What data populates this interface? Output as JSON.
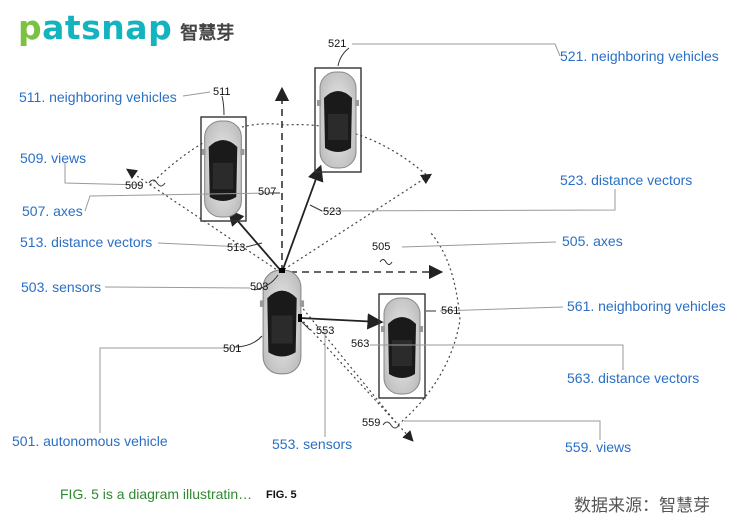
{
  "logo": {
    "word": "patsnap",
    "cn": "智慧芽"
  },
  "labels": {
    "l521": "521. neighboring vehicles",
    "l511": "511. neighboring vehicles",
    "l509": "509. views",
    "l523": "523. distance vectors",
    "l507": "507. axes",
    "l513": "513. distance vectors",
    "l505": "505. axes",
    "l503": "503. sensors",
    "l561": "561. neighboring vehicles",
    "l563": "563. distance vectors",
    "l501": "501. autonomous vehicle",
    "l553": "553. sensors",
    "l559": "559. views"
  },
  "refs": {
    "r521": "521",
    "r511": "511",
    "r509": "509",
    "r507": "507",
    "r523": "523",
    "r513": "513",
    "r505": "505",
    "r503": "503",
    "r553": "553",
    "r501": "501",
    "r561": "561",
    "r563": "563",
    "r559": "559"
  },
  "caption": "FIG. 5 is a diagram illustratin…",
  "fig_label": "FIG. 5",
  "source": "数据来源：智慧芽",
  "colors": {
    "label_blue": "#2a6fc4",
    "caption_green": "#2f8a2f",
    "brand_teal": "#14b3c0",
    "brand_green": "#7cc242"
  }
}
